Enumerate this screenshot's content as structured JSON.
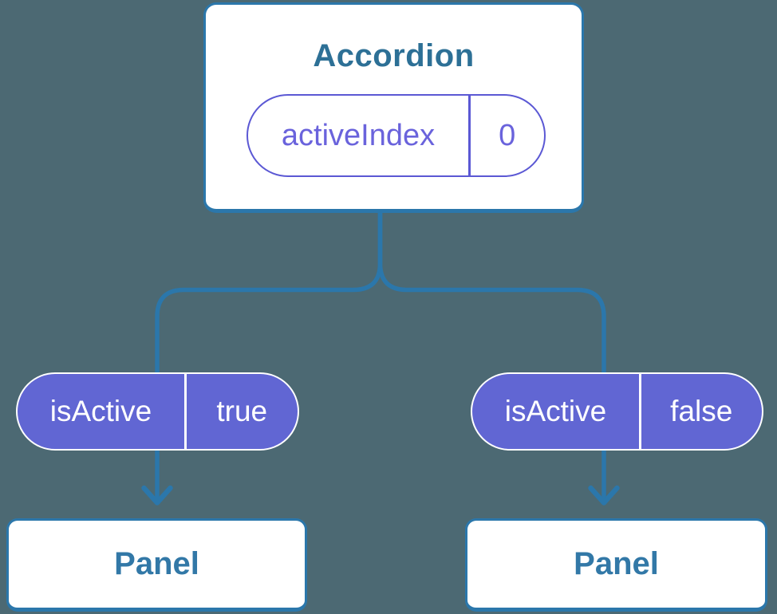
{
  "diagram": {
    "description": "Component tree showing state passed from an Accordion parent to two Panel children",
    "root": {
      "title": "Accordion",
      "state": {
        "name": "activeIndex",
        "value": "0"
      }
    },
    "children": [
      {
        "state": {
          "name": "isActive",
          "value": "true"
        },
        "panel_label": "Panel"
      },
      {
        "state": {
          "name": "isActive",
          "value": "false"
        },
        "panel_label": "Panel"
      }
    ],
    "colors": {
      "background": "#4C6973",
      "connector_blue": "#2B77AB",
      "node_border_blue": "#2B77AB",
      "root_title_text": "#2D7096",
      "panel_text": "#3278A7",
      "pill_fill_purple": "#6166D3",
      "pill_outline_purple": "#5B58D4",
      "pill_text_purple": "#6A63DC",
      "pill_text_white": "#ffffff"
    }
  }
}
